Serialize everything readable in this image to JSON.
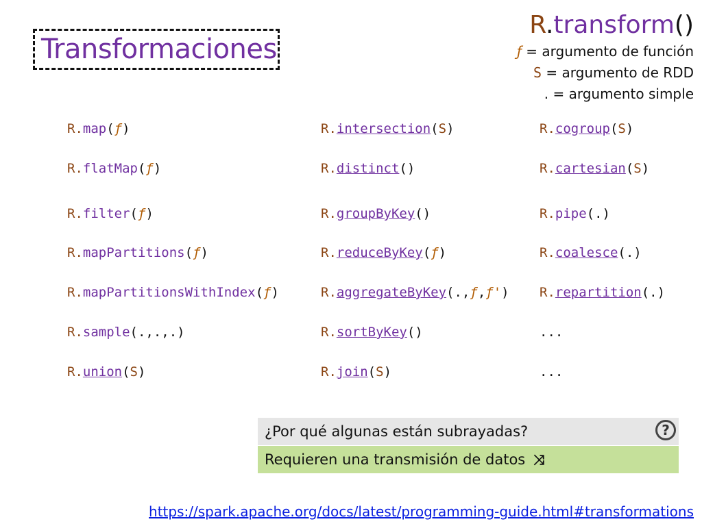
{
  "title": "Transformaciones",
  "legend": {
    "heading_r": "R",
    "heading_dot": ".",
    "heading_fn": "transform",
    "heading_paren": "()",
    "f_symbol": "ƒ",
    "f_text": " = argumento de función",
    "s_symbol": "S",
    "s_text": " = argumento de RDD",
    "dot_text": ". = argumento simple"
  },
  "operations": [
    [
      {
        "r": "R.",
        "name": "map",
        "underlined": false,
        "args": [
          {
            "t": "(",
            "k": "paren"
          },
          {
            "t": "ƒ",
            "k": "f"
          },
          {
            "t": ")",
            "k": "paren"
          }
        ]
      },
      {
        "r": "R.",
        "name": "flatMap",
        "underlined": false,
        "args": [
          {
            "t": "(",
            "k": "paren"
          },
          {
            "t": "ƒ",
            "k": "f"
          },
          {
            "t": ")",
            "k": "paren"
          }
        ]
      },
      {
        "r": "R.",
        "name": "filter",
        "underlined": false,
        "args": [
          {
            "t": "(",
            "k": "paren"
          },
          {
            "t": "ƒ",
            "k": "f"
          },
          {
            "t": ")",
            "k": "paren"
          }
        ]
      },
      {
        "r": "R.",
        "name": "mapPartitions",
        "underlined": false,
        "args": [
          {
            "t": "(",
            "k": "paren"
          },
          {
            "t": "ƒ",
            "k": "f"
          },
          {
            "t": ")",
            "k": "paren"
          }
        ]
      },
      {
        "r": "R.",
        "name": "mapPartitionsWithIndex",
        "underlined": false,
        "args": [
          {
            "t": "(",
            "k": "paren"
          },
          {
            "t": "ƒ",
            "k": "f"
          },
          {
            "t": ")",
            "k": "paren"
          }
        ]
      },
      {
        "r": "R.",
        "name": "sample",
        "underlined": false,
        "args": [
          {
            "t": "(.,.,.)",
            "k": "paren"
          }
        ]
      },
      {
        "r": "R.",
        "name": "union",
        "underlined": true,
        "args": [
          {
            "t": "(",
            "k": "paren"
          },
          {
            "t": "S",
            "k": "s"
          },
          {
            "t": ")",
            "k": "paren"
          }
        ]
      }
    ],
    [
      {
        "r": "R.",
        "name": "intersection",
        "underlined": true,
        "args": [
          {
            "t": "(",
            "k": "paren"
          },
          {
            "t": "S",
            "k": "s"
          },
          {
            "t": ")",
            "k": "paren"
          }
        ]
      },
      {
        "r": "R.",
        "name": "distinct",
        "underlined": true,
        "args": [
          {
            "t": "()",
            "k": "paren"
          }
        ]
      },
      {
        "r": "R.",
        "name": "groupByKey",
        "underlined": true,
        "args": [
          {
            "t": "()",
            "k": "paren"
          }
        ]
      },
      {
        "r": "R.",
        "name": "reduceByKey",
        "underlined": true,
        "args": [
          {
            "t": "(",
            "k": "paren"
          },
          {
            "t": "ƒ",
            "k": "f"
          },
          {
            "t": ")",
            "k": "paren"
          }
        ]
      },
      {
        "r": "R.",
        "name": "aggregateByKey",
        "underlined": true,
        "args": [
          {
            "t": "(.,",
            "k": "paren"
          },
          {
            "t": "ƒ",
            "k": "f"
          },
          {
            "t": ",",
            "k": "paren"
          },
          {
            "t": "ƒ'",
            "k": "f"
          },
          {
            "t": ")",
            "k": "paren"
          }
        ]
      },
      {
        "r": "R.",
        "name": "sortByKey",
        "underlined": true,
        "args": [
          {
            "t": "()",
            "k": "paren"
          }
        ]
      },
      {
        "r": "R.",
        "name": "join",
        "underlined": true,
        "args": [
          {
            "t": "(",
            "k": "paren"
          },
          {
            "t": "S",
            "k": "s"
          },
          {
            "t": ")",
            "k": "paren"
          }
        ]
      }
    ],
    [
      {
        "r": "R.",
        "name": "cogroup",
        "underlined": true,
        "args": [
          {
            "t": "(",
            "k": "paren"
          },
          {
            "t": "S",
            "k": "s"
          },
          {
            "t": ")",
            "k": "paren"
          }
        ]
      },
      {
        "r": "R.",
        "name": "cartesian",
        "underlined": true,
        "args": [
          {
            "t": "(",
            "k": "paren"
          },
          {
            "t": "S",
            "k": "s"
          },
          {
            "t": ")",
            "k": "paren"
          }
        ]
      },
      {
        "r": "R.",
        "name": "pipe",
        "underlined": false,
        "args": [
          {
            "t": "(.)",
            "k": "paren"
          }
        ]
      },
      {
        "r": "R.",
        "name": "coalesce",
        "underlined": true,
        "args": [
          {
            "t": "(.)",
            "k": "paren"
          }
        ]
      },
      {
        "r": "R.",
        "name": "repartition",
        "underlined": true,
        "args": [
          {
            "t": "(.)",
            "k": "paren"
          }
        ]
      },
      {
        "r": "",
        "name": "",
        "underlined": false,
        "args": [
          {
            "t": "...",
            "k": "paren"
          }
        ]
      },
      {
        "r": "",
        "name": "",
        "underlined": false,
        "args": [
          {
            "t": "...",
            "k": "paren"
          }
        ]
      }
    ]
  ],
  "faq": {
    "question": "¿Por qué algunas están subrayadas?",
    "question_icon": "question-circle-icon",
    "answer": "Requieren una transmisión de datos",
    "answer_icon": "shuffle-icon"
  },
  "link": "https://spark.apache.org/docs/latest/programming-guide.html#transformations"
}
